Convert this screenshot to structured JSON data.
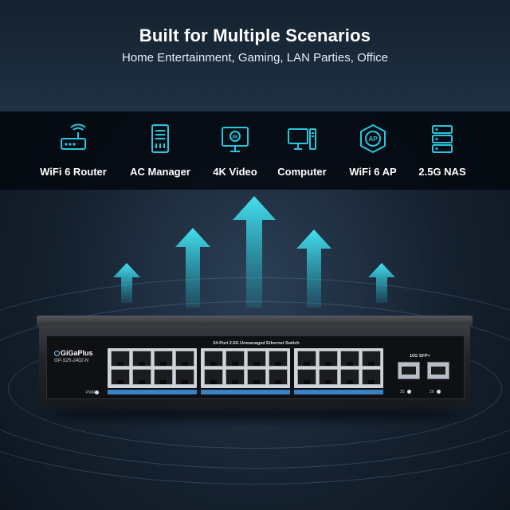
{
  "header": {
    "title": "Built for Multiple Scenarios",
    "subtitle": "Home Entertainment, Gaming, LAN Parties, Office"
  },
  "scenarios": [
    {
      "label": "WiFi 6 Router",
      "icon": "router-icon"
    },
    {
      "label": "AC Manager",
      "icon": "ac-manager-icon"
    },
    {
      "label": "4K Video",
      "icon": "video-4k-icon",
      "icon_text": "4k"
    },
    {
      "label": "Computer",
      "icon": "computer-icon"
    },
    {
      "label": "WiFi 6 AP",
      "icon": "access-point-icon",
      "icon_text": "AP"
    },
    {
      "label": "2.5G NAS",
      "icon": "nas-icon"
    }
  ],
  "device": {
    "brand": "GiGaPlus",
    "model": "GP-S25-2402-N",
    "group_title": "24-Port 2.5G Unmanaged Ethernet Switch",
    "power_label": "PWR",
    "sfp_title": "10G SFP+",
    "sfp_ports": [
      "25",
      "26"
    ]
  },
  "colors": {
    "accent": "#1fc3d6",
    "icon": "#27c6de",
    "port_strip": "#3b82c4"
  }
}
